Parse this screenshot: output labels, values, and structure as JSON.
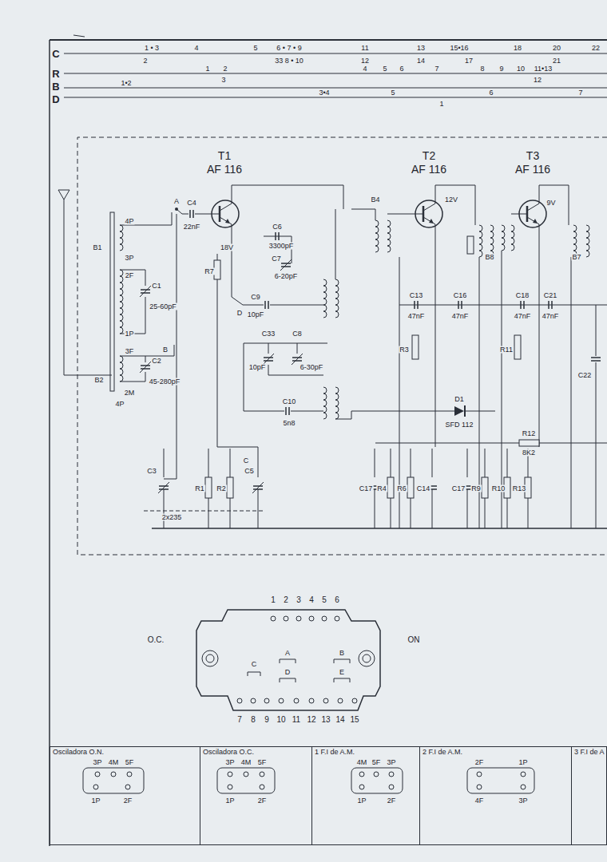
{
  "diagram": {
    "nodes": [
      {
        "text": [
          "Osciladora O.N."
        ]
      },
      {
        "text": [
          "Osciladora O.C."
        ]
      },
      {
        "text": [
          "1 F.I de A.M."
        ]
      },
      {
        "text": [
          "2 F.I de A.M."
        ]
      },
      {
        "text": [
          "3 F.I de A"
        ]
      }
    ],
    "labels": [
      "C",
      "R",
      "B",
      "D",
      "1 • 3",
      "4",
      "5",
      "6 • 7 • 9",
      "11",
      "13",
      "15•16",
      "18",
      "20",
      "22",
      "2",
      "33 8 • 10",
      "12",
      "14",
      "17",
      "21",
      "1",
      "2",
      "4",
      "5",
      "6",
      "7",
      "8",
      "9",
      "10",
      "11•13",
      "3",
      "12",
      "1•2",
      "3•4",
      "5",
      "6",
      "7",
      "1",
      "T1",
      "AF 116",
      "T2",
      "AF 116",
      "T3",
      "AF 116",
      "B1",
      "4P",
      "3P",
      "2F",
      "C1",
      "25-60pF",
      "1P",
      "3F",
      "C2",
      "45-280pF",
      "B2",
      "2M",
      "4P",
      "A",
      "B",
      "C4",
      "22nF",
      "R7",
      "18V",
      "C6",
      "3300pF",
      "C7",
      "6-20pF",
      "D",
      "C9",
      "10pF",
      "C33",
      "10pF",
      "C8",
      "6-30pF",
      "C10",
      "5n8",
      "D1",
      "SFD 112",
      "R12",
      "8K2",
      "C13",
      "47nF",
      "C16",
      "47nF",
      "C18",
      "47nF",
      "C21",
      "47nF",
      "R3",
      "R11",
      "C3",
      "R1",
      "R2",
      "C5",
      "2x235",
      "C17",
      "R4",
      "R6",
      "C14",
      "C17",
      "R9",
      "R10",
      "R13",
      "C22",
      "C",
      "B8",
      "B7",
      "B4",
      "9V",
      "12V",
      "1",
      "2",
      "3",
      "4",
      "5",
      "6",
      "7",
      "8",
      "9",
      "10",
      "11",
      "12",
      "13",
      "14",
      "15",
      "O.C.",
      "ON",
      "C",
      "A",
      "D",
      "B",
      "E",
      "3P",
      "4M",
      "5F",
      "1P",
      "2F",
      "3P",
      "4M",
      "5F",
      "1P",
      "2F",
      "4M",
      "5F",
      "3P",
      "1P",
      "2F",
      "2F",
      "1P",
      "4F",
      "3P"
    ]
  }
}
